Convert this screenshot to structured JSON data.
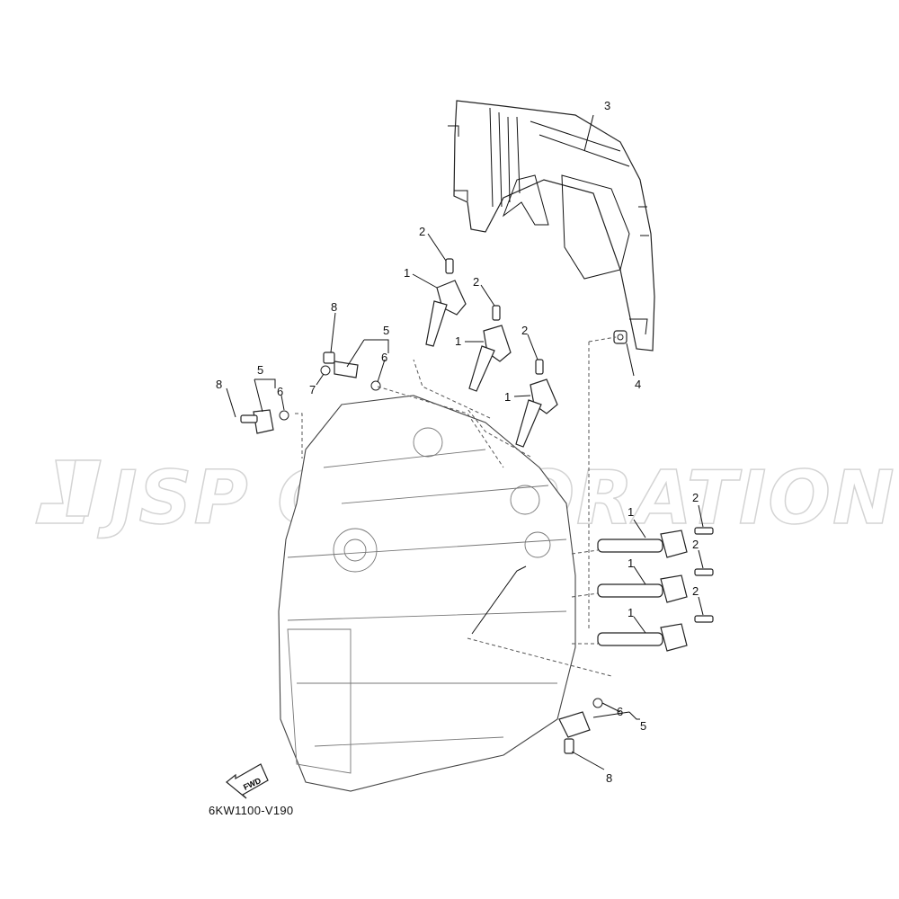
{
  "watermark": {
    "text": "JSP CORPORATION"
  },
  "diagram_code": "6KW1100-V190",
  "fwd_label": "FWD",
  "callouts": {
    "n1": "1",
    "n2": "2",
    "n3": "3",
    "n4": "4",
    "n5": "5",
    "n6": "6",
    "n7": "7",
    "n8": "8"
  }
}
